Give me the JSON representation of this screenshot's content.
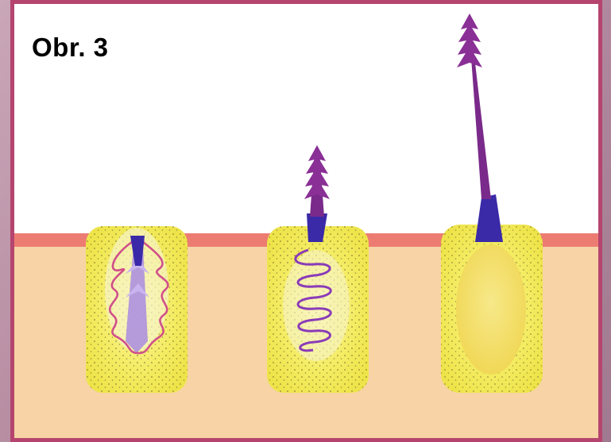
{
  "figure": {
    "caption": "Obr. 3"
  },
  "colors": {
    "border": "#b5456e",
    "skin": "#f7d3a5",
    "epidermis": "#ec7c72",
    "follicle": "#f4ef5a",
    "spiral": "#8a3bb8",
    "dart": "#7a2a8a",
    "nematocyst_cap": "#3a2aa8"
  },
  "diagram": {
    "stages": [
      {
        "state": "coiled"
      },
      {
        "state": "partially-everted"
      },
      {
        "state": "fully-discharged"
      }
    ]
  }
}
